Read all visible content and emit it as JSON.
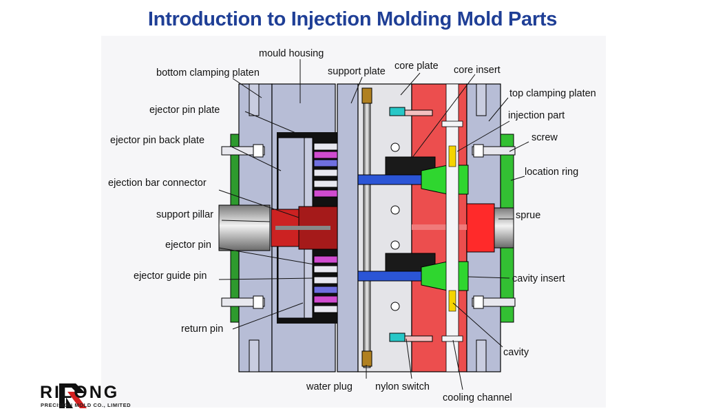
{
  "title": "Introduction to Injection Molding Mold Parts",
  "labels": {
    "mould_housing": "mould housing",
    "bottom_clamping_platen": "bottom clamping platen",
    "support_plate": "support plate",
    "core_plate": "core plate",
    "core_insert": "core insert",
    "top_clamping_platen": "top clamping platen",
    "ejector_pin_plate": "ejector pin plate",
    "injection_part": "injection part",
    "ejector_pin_back_plate": "ejector pin back plate",
    "screw": "screw",
    "location_ring": "location ring",
    "ejection_bar_connector": "ejection bar connector",
    "support_pillar": "support pillar",
    "sprue": "sprue",
    "ejector_pin": "ejector pin",
    "ejector_guide_pin": "ejector guide pin",
    "cavity_insert": "cavity insert",
    "return_pin": "return pin",
    "cavity": "cavity",
    "water_plug": "water plug",
    "nylon_switch": "nylon switch",
    "cooling_channel": "cooling channel"
  },
  "brand": {
    "name": "RILONG",
    "subtitle": "PRECISION MOLD CO., LIMITED"
  },
  "colors": {
    "title": "#1f3f96",
    "plate": "#b8bed6",
    "core_red": "#ec4e4e",
    "green": "#2fd62f",
    "dark_green": "#2e8b2e",
    "cyan": "#27c7c7",
    "blue": "#2b55d6"
  }
}
